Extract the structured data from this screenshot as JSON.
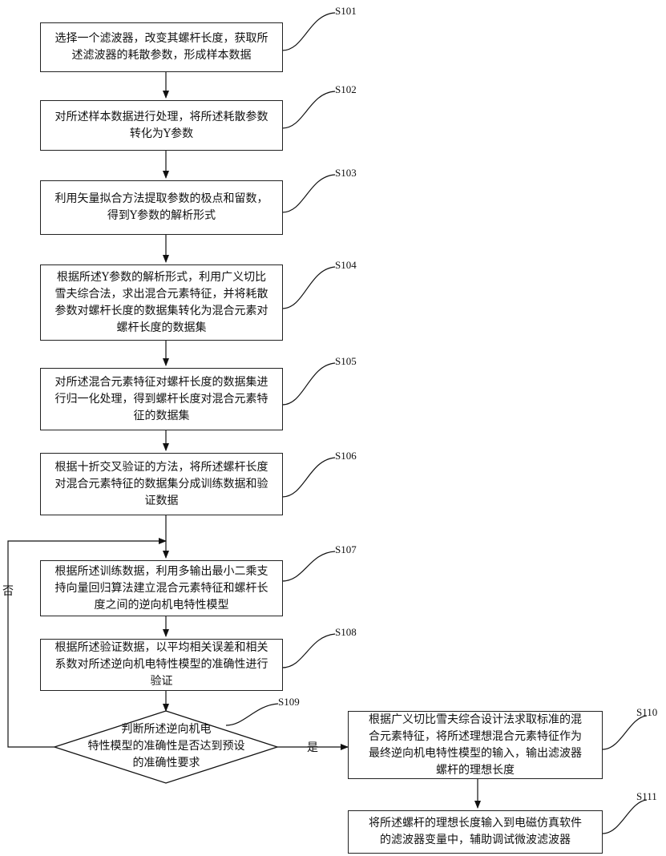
{
  "steps": {
    "s101": {
      "id": "S101",
      "text": "选择一个滤波器，改变其螺杆长度，获取所述滤波器的耗散参数，形成样本数据"
    },
    "s102": {
      "id": "S102",
      "text": "对所述样本数据进行处理，将所述耗散参数转化为Y参数"
    },
    "s103": {
      "id": "S103",
      "text": "利用矢量拟合方法提取参数的极点和留数，得到Y参数的解析形式"
    },
    "s104": {
      "id": "S104",
      "text": "根据所述Y参数的解析形式，利用广义切比雪夫综合法，求出混合元素特征，并将耗散参数对螺杆长度的数据集转化为混合元素对螺杆长度的数据集"
    },
    "s105": {
      "id": "S105",
      "text": "对所述混合元素特征对螺杆长度的数据集进行归一化处理，得到螺杆长度对混合元素特征的数据集"
    },
    "s106": {
      "id": "S106",
      "text": "根据十折交叉验证的方法，将所述螺杆长度对混合元素特征的数据集分成训练数据和验证数据"
    },
    "s107": {
      "id": "S107",
      "text": "根据所述训练数据，利用多输出最小二乘支持向量回归算法建立混合元素特征和螺杆长度之间的逆向机电特性模型"
    },
    "s108": {
      "id": "S108",
      "text": "根据所述验证数据，以平均相关误差和相关系数对所述逆向机电特性模型的准确性进行验证"
    },
    "s109": {
      "id": "S109",
      "text": "判断所述逆向机电特性模型的准确性是否达到预设的准确性要求"
    },
    "s110": {
      "id": "S110",
      "text": "根据广义切比雪夫综合设计法求取标准的混合元素特征，将所述理想混合元素特征作为最终逆向机电特性模型的输入，输出滤波器螺杆的理想长度"
    },
    "s111": {
      "id": "S111",
      "text": "将所述螺杆的理想长度输入到电磁仿真软件的滤波器变量中，辅助调试微波滤波器"
    }
  },
  "lines": {
    "s101": [
      "选择一个滤波器，改变其螺杆长度，获取所",
      "述滤波器的耗散参数，形成样本数据"
    ],
    "s102": [
      "对所述样本数据进行处理，将所述耗散参数",
      "转化为Y参数"
    ],
    "s103": [
      "利用矢量拟合方法提取参数的极点和留数，",
      "得到Y参数的解析形式"
    ],
    "s104": [
      "根据所述Y参数的解析形式，利用广义切比",
      "雪夫综合法，求出混合元素特征，并将耗散",
      "参数对螺杆长度的数据集转化为混合元素对",
      "螺杆长度的数据集"
    ],
    "s105": [
      "对所述混合元素特征对螺杆长度的数据集进",
      "行归一化处理，得到螺杆长度对混合元素特",
      "征的数据集"
    ],
    "s106": [
      "根据十折交叉验证的方法，将所述螺杆长度",
      "对混合元素特征的数据集分成训练数据和验",
      "证数据"
    ],
    "s107": [
      "根据所述训练数据，利用多输出最小二乘支",
      "持向量回归算法建立混合元素特征和螺杆长",
      "度之间的逆向机电特性模型"
    ],
    "s108": [
      "根据所述验证数据，以平均相关误差和相关",
      "系数对所述逆向机电特性模型的准确性进行",
      "验证"
    ],
    "s109": [
      "判断所述逆向机电",
      "特性模型的准确性是否达到预设",
      "的准确性要求"
    ],
    "s110": [
      "根据广义切比雪夫综合设计法求取标准的混",
      "合元素特征，将所述理想混合元素特征作为",
      "最终逆向机电特性模型的输入，输出滤波器",
      "螺杆的理想长度"
    ],
    "s111": [
      "将所述螺杆的理想长度输入到电磁仿真软件",
      "的滤波器变量中，辅助调试微波滤波器"
    ]
  },
  "branch": {
    "yes": "是",
    "no": "否"
  }
}
